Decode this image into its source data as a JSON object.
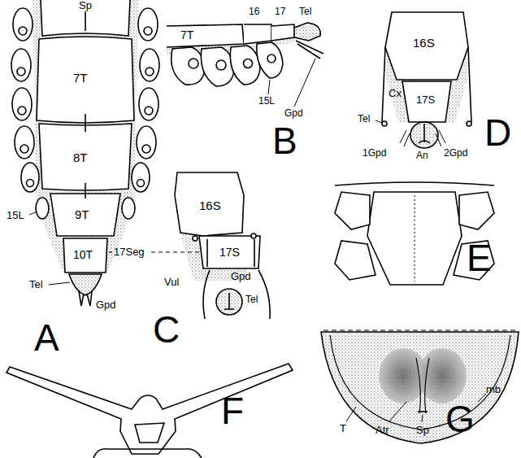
{
  "diagram": {
    "labels": [
      "Sp",
      "7T",
      "8T",
      "9T",
      "15L",
      "10T",
      "17Seg",
      "Tel",
      "Gpd",
      "A",
      "7T",
      "16",
      "17",
      "Tel",
      "15L",
      "Gpd",
      "B",
      "16S",
      "Cx",
      "17S",
      "Tel",
      "1Gpd",
      "An",
      "2Gpd",
      "D",
      "16S",
      "17S",
      "Gpd",
      "Vul",
      "Tel",
      "C",
      "E",
      "F",
      "T",
      "Atr",
      "Sp",
      "mb",
      "G"
    ]
  }
}
